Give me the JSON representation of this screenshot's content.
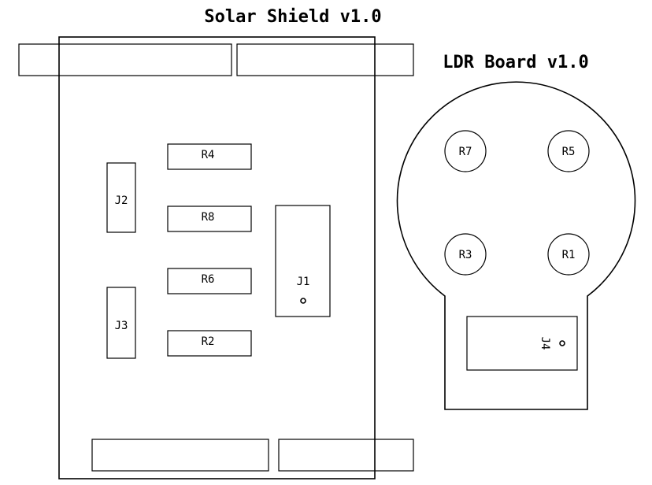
{
  "solar_shield": {
    "title": "Solar Shield v1.0",
    "resistors": [
      "R4",
      "R8",
      "R6",
      "R2"
    ],
    "connectors": {
      "j2": "J2",
      "j3": "J3",
      "j1": "J1"
    }
  },
  "ldr_board": {
    "title": "LDR Board v1.0",
    "ldrs": [
      "R7",
      "R5",
      "R3",
      "R1"
    ],
    "connector": "J4"
  }
}
